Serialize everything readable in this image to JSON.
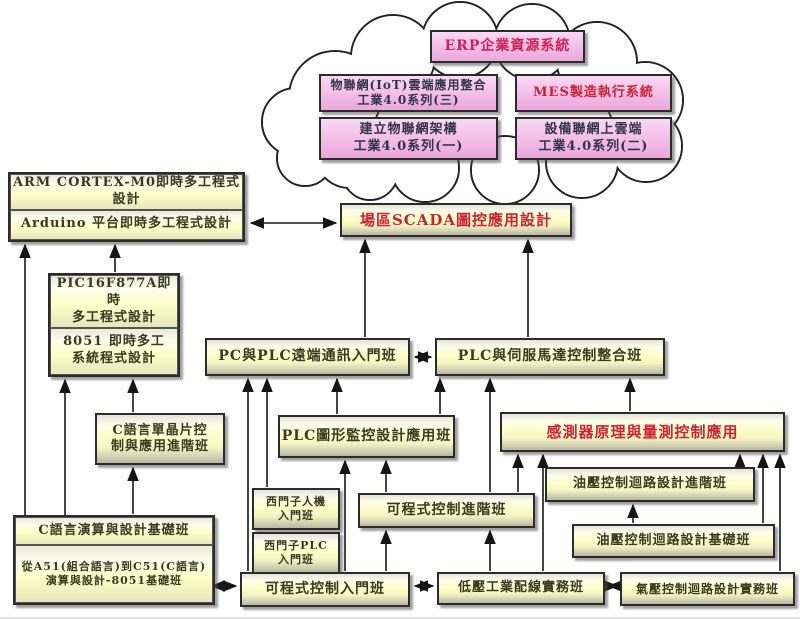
{
  "colors": {
    "yellow_box": "#ffffc9",
    "pink_box": "#f3bce8",
    "red_text": "#cc2233",
    "dark_text": "#3a3a20",
    "border": "#2b2b2b",
    "arrow": "#151515"
  },
  "cloud_nodes": {
    "erp": {
      "label": "ERP企業資源系統"
    },
    "iot_integration": {
      "label": "物聯網(IoT)雲端應用整合\n工業4.0系列(三)"
    },
    "mes": {
      "label": "MES製造執行系統"
    },
    "iot_build": {
      "label": "建立物聯網架構\n工業4.0系列(一)"
    },
    "device_to_cloud": {
      "label": "設備聯網上雲端\n工業4.0系列(二)"
    }
  },
  "course_nodes": {
    "scada": {
      "label": "場區SCADA圖控應用設計"
    },
    "arm": {
      "label": "ARM CORTEX-M0即時多工程式設計"
    },
    "arduino": {
      "label": "Arduino 平台即時多工程式設計"
    },
    "pic": {
      "label": "PIC16F877A即時\n多工程式設計"
    },
    "mcu8051": {
      "label": "8051 即時多工\n系統程式設計"
    },
    "c_mcu_adv": {
      "label": "C語言單晶片控\n制與應用進階班"
    },
    "c_basic": {
      "label": "C語言演算與設計基礎班"
    },
    "a51_c51": {
      "label": "從A51(組合語言)到C51(C語言)\n演算與設計-8051基礎班"
    },
    "pc_plc": {
      "label": "PC與PLC遠端通訊入門班"
    },
    "plc_servo": {
      "label": "PLC與伺服馬達控制整合班"
    },
    "plc_hmi": {
      "label": "PLC圖形監控設計應用班"
    },
    "sensor": {
      "label": "感測器原理與量測控制應用"
    },
    "siemens_hmi": {
      "label": "西門子人機\n入門班"
    },
    "siemens_plc": {
      "label": "西門子PLC\n入門班"
    },
    "plc_adv": {
      "label": "可程式控制進階班"
    },
    "hyd_adv": {
      "label": "油壓控制迴路設計進階班"
    },
    "hyd_basic": {
      "label": "油壓控制迴路設計基礎班"
    },
    "plc_intro": {
      "label": "可程式控制入門班"
    },
    "lv_wiring": {
      "label": "低壓工業配線實務班"
    },
    "pneumatic": {
      "label": "氣壓控制迴路設計實務班"
    }
  }
}
